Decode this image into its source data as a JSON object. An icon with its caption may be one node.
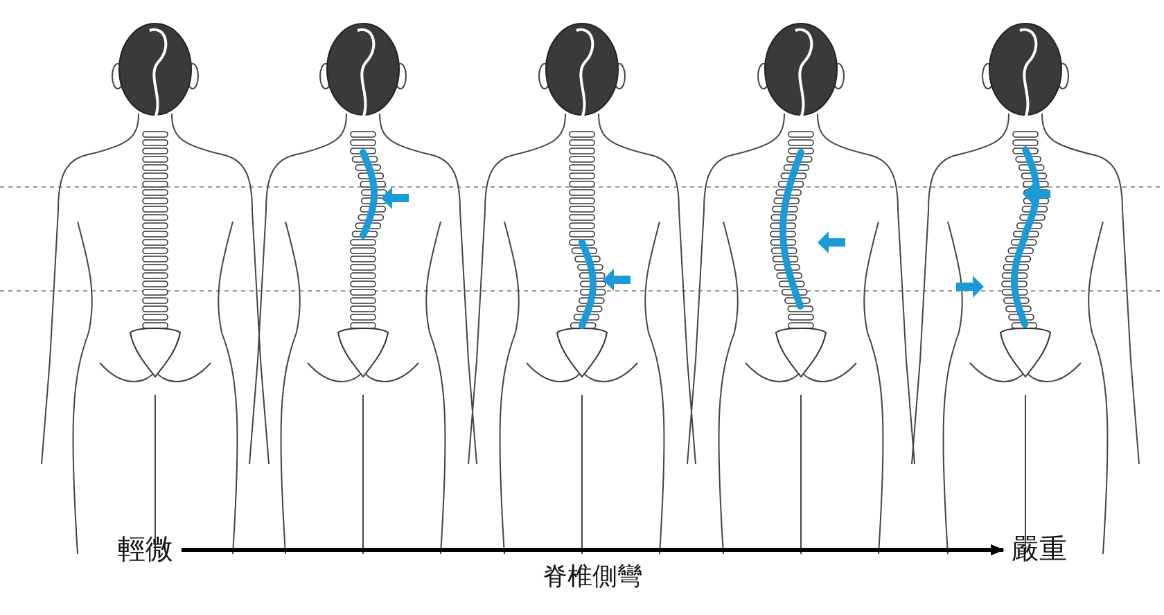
{
  "diagram": {
    "nodes": [
      {
        "text": [
          "輕微"
        ]
      },
      {
        "text": [
          "嚴重"
        ]
      }
    ],
    "edges": [
      {
        "from": 0,
        "to": 1,
        "arrow": "to",
        "label": "脊椎側彎"
      }
    ]
  }
}
